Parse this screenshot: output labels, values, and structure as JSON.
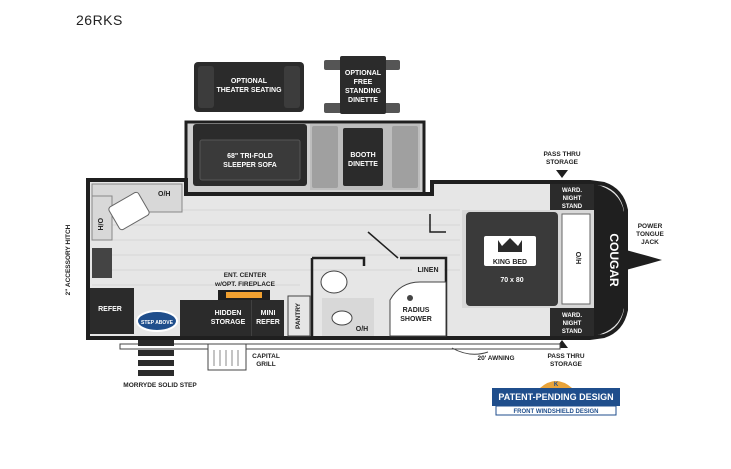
{
  "model": "26RKS",
  "labels": {
    "optional_theater_seating": [
      "OPTIONAL",
      "THEATER SEATING"
    ],
    "optional_dinette": [
      "OPTIONAL",
      "FREE",
      "STANDING",
      "DINETTE"
    ],
    "sofa": [
      "68\" TRI-FOLD",
      "SLEEPER SOFA"
    ],
    "booth_dinette": [
      "BOOTH",
      "DINETTE"
    ],
    "pass_thru_storage_top": [
      "PASS THRU",
      "STORAGE"
    ],
    "pass_thru_storage_bottom": [
      "PASS THRU",
      "STORAGE"
    ],
    "ward_top": [
      "WARD.",
      "NIGHT",
      "STAND"
    ],
    "ward_bottom": [
      "WARD.",
      "NIGHT",
      "STAND"
    ],
    "oh_top": "O/H",
    "oh_left": "O/H",
    "oh_bed": "O/H",
    "oh_bath": "O/H",
    "king_bed": "KING BED",
    "bed_size": "70 x 80",
    "linen": "LINEN",
    "radius_shower": [
      "RADIUS",
      "SHOWER"
    ],
    "pantry": "PANTRY",
    "ent_center": [
      "ENT. CENTER",
      "w/OPT. FIREPLACE"
    ],
    "hidden_storage": [
      "HIDDEN",
      "STORAGE"
    ],
    "mini_refer": [
      "MINI",
      "REFER"
    ],
    "refer": "REFER",
    "accessory_hitch": "2\" ACCESSORY HITCH",
    "capital_grill": [
      "CAPITAL",
      "GRILL"
    ],
    "awning": "20' AWNING",
    "morryde": "MORRYDE SOLID STEP",
    "power_jack": [
      "POWER",
      "TONGUE",
      "JACK"
    ],
    "brand": "COUGAR",
    "step_badge": "STEP ABOVE",
    "patent_line1": "PATENT-PENDING DESIGN",
    "patent_line2": "FRONT WINDSHIELD DESIGN",
    "patent_logo_letter": "K"
  },
  "colors": {
    "wall": "#1f1f1f",
    "floor": "#e6e6e6",
    "cabinet": "#2b2b2b",
    "slide_floor": "#bdbdbd",
    "accent_blue": "#1f4e8c",
    "patent_orange": "#e8a33a"
  }
}
